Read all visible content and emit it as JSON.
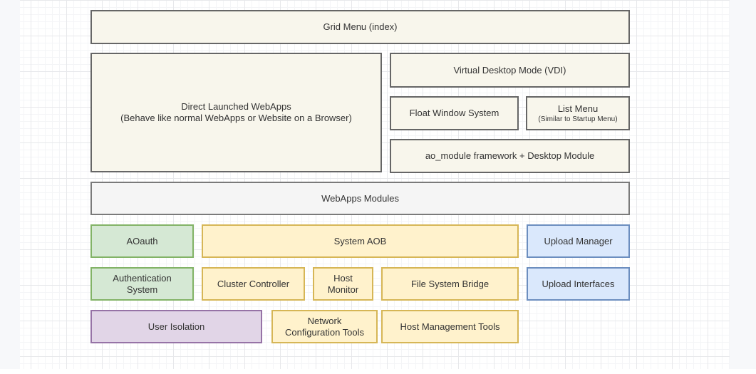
{
  "diagram": {
    "boxes": [
      {
        "name": "grid-menu",
        "style": "cream",
        "lines": [
          "Grid Menu (index)"
        ]
      },
      {
        "name": "direct-launched-webapps",
        "style": "cream",
        "lines": [
          "Direct Launched WebApps",
          "(Behave like normal WebApps or Website on a Browser)"
        ]
      },
      {
        "name": "virtual-desktop-mode",
        "style": "cream",
        "lines": [
          "Virtual Desktop Mode (VDI)"
        ]
      },
      {
        "name": "float-window-system",
        "style": "cream",
        "lines": [
          "Float Window System"
        ]
      },
      {
        "name": "list-menu",
        "style": "cream",
        "lines": [
          "List Menu",
          "(Similar to Startup Menu)"
        ]
      },
      {
        "name": "ao-module-framework",
        "style": "cream",
        "lines": [
          "ao_module framework + Desktop Module"
        ]
      },
      {
        "name": "webapps-modules",
        "style": "gray",
        "lines": [
          "WebApps Modules"
        ]
      },
      {
        "name": "aoauth",
        "style": "green",
        "lines": [
          "AOauth"
        ]
      },
      {
        "name": "system-aob",
        "style": "yellow",
        "lines": [
          "System AOB"
        ]
      },
      {
        "name": "upload-manager",
        "style": "blue",
        "lines": [
          "Upload Manager"
        ]
      },
      {
        "name": "authentication-system",
        "style": "green",
        "lines": [
          "Authentication",
          "System"
        ]
      },
      {
        "name": "cluster-controller",
        "style": "yellow",
        "lines": [
          "Cluster Controller"
        ]
      },
      {
        "name": "host-monitor",
        "style": "yellow",
        "lines": [
          "Host",
          "Monitor"
        ]
      },
      {
        "name": "file-system-bridge",
        "style": "yellow",
        "lines": [
          "File System Bridge"
        ]
      },
      {
        "name": "upload-interfaces",
        "style": "blue",
        "lines": [
          "Upload Interfaces"
        ]
      },
      {
        "name": "user-isolation",
        "style": "purple",
        "lines": [
          "User Isolation"
        ]
      },
      {
        "name": "network-configuration-tools",
        "style": "yellow",
        "lines": [
          "Network",
          "Configuration Tools"
        ]
      },
      {
        "name": "host-management-tools",
        "style": "yellow",
        "lines": [
          "Host Management Tools"
        ]
      }
    ],
    "colors": {
      "cream_fill": "#F8F6EC",
      "cream_border": "#666666",
      "gray_fill": "#F5F5F5",
      "gray_border": "#7A7A7A",
      "green_fill": "#D5E8D4",
      "green_border": "#82B366",
      "yellow_fill": "#FFF2CC",
      "yellow_border": "#D6B656",
      "blue_fill": "#DAE8FC",
      "blue_border": "#6C8EBF",
      "purple_fill": "#E1D5E7",
      "purple_border": "#9673A6",
      "gutter": "#F7F8FA",
      "grid_major": "#E7E8EB",
      "grid_minor": "#F4F5F7",
      "text": "#333333"
    }
  }
}
